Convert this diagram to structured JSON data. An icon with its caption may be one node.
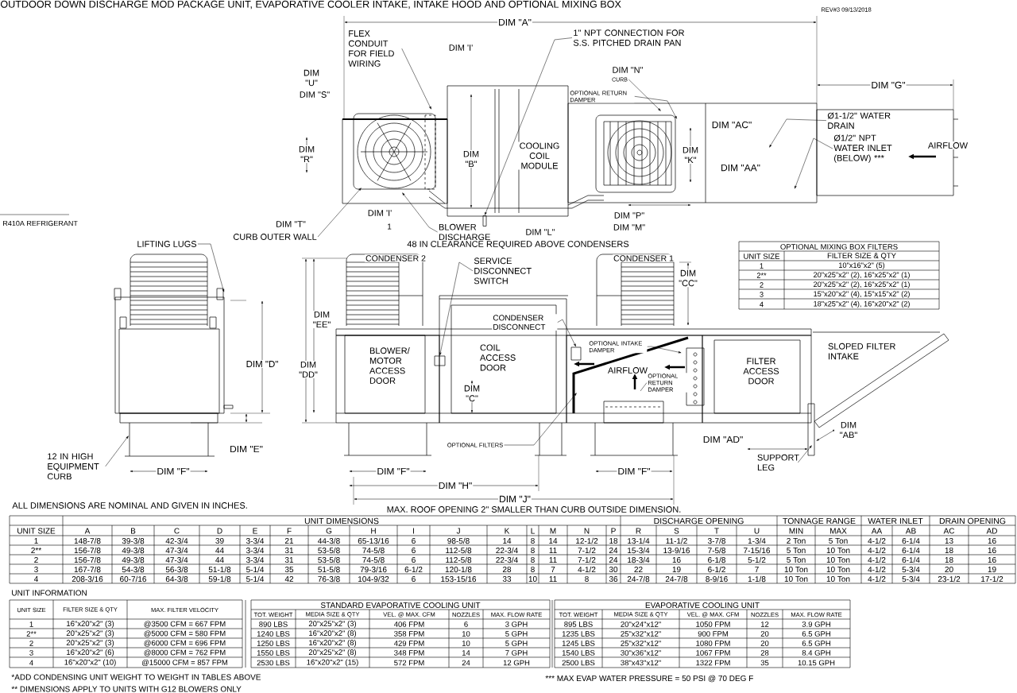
{
  "diagram": {
    "title": "OUTDOOR DOWN DISCHARGE MOD PACKAGE UNIT, EVAPORATIVE COOLER INTAKE, INTAKE HOOD AND OPTIONAL MIXING BOX",
    "nodes": [
      {
        "text": [
          "FLEX CONDUIT FOR FIELD WIRING"
        ]
      },
      {
        "text": [
          "1\" NPT CONNECTION FOR S.S. PITCHED DRAIN PAN"
        ]
      },
      {
        "text": [
          "CURB"
        ]
      },
      {
        "text": [
          "OPTIONAL RETURN DAMPER"
        ]
      },
      {
        "text": [
          "Ø1-1/2\" WATER DRAIN"
        ]
      },
      {
        "text": [
          "Ø1/2\" NPT WATER INLET (BELOW) ***"
        ]
      },
      {
        "text": [
          "CURB OUTER WALL"
        ]
      },
      {
        "text": [
          "BLOWER DISCHARGE"
        ]
      },
      {
        "text": [
          "LIFTING LUGS"
        ]
      },
      {
        "text": [
          "SERVICE DISCONNECT SWITCH"
        ]
      },
      {
        "text": [
          "CONDENSER DISCONNECT"
        ]
      },
      {
        "text": [
          "OPTIONAL INTAKE DAMPER"
        ]
      },
      {
        "text": [
          "OPTIONAL RETURN DAMPER"
        ]
      },
      {
        "text": [
          "OPTIONAL FILTERS"
        ]
      },
      {
        "text": [
          "12 IN HIGH EQUIPMENT CURB"
        ]
      },
      {
        "text": [
          "SUPPORT LEG"
        ]
      },
      {
        "text": [],
        "shape": "box"
      },
      {
        "text": [],
        "shape": "box"
      },
      {
        "text": [],
        "shape": "box"
      }
    ],
    "edges": [
      {
        "from": 0,
        "to": null,
        "arrow": "to"
      },
      {
        "from": 1,
        "to": 16,
        "arrow": "to"
      },
      {
        "from": 2,
        "to": null,
        "arrow": "to"
      },
      {
        "from": 3,
        "to": null,
        "arrow": "to"
      },
      {
        "from": 4,
        "to": null,
        "arrow": "to"
      },
      {
        "from": 5,
        "to": null,
        "arrow": "to"
      },
      {
        "from": 6,
        "to": null,
        "arrow": "to"
      },
      {
        "from": 7,
        "to": null,
        "arrow": "to"
      },
      {
        "from": 8,
        "to": null,
        "arrow": "to"
      },
      {
        "from": 9,
        "to": 17,
        "arrow": "to"
      },
      {
        "from": 10,
        "to": 18,
        "arrow": "to"
      },
      {
        "from": 11,
        "to": null,
        "arrow": "to"
      },
      {
        "from": 12,
        "to": null,
        "arrow": "none"
      },
      {
        "from": 13,
        "to": null,
        "arrow": "to"
      },
      {
        "from": 14,
        "to": null,
        "arrow": "to"
      },
      {
        "from": 15,
        "to": null,
        "arrow": "to"
      }
    ],
    "labels": [
      "REV#3 09/13/2018",
      "DIM \"A\"",
      "DIM 'I'",
      "DIM \"U\"",
      "DIM \"S\"",
      "DIM \"N\"",
      "DIM \"G\"",
      "DIM \"AC\"",
      "DIM \"R\"",
      "DIM \"B\"",
      "COOLING COIL MODULE",
      "DIM \"K\"",
      "DIM \"AA\"",
      "AIRFLOW",
      "DIM 'I'",
      "DIM \"P\"",
      "DIM \"T\"",
      "1",
      "DIM \"L\"",
      "DIM \"M\"",
      "R410A REFRIGERANT",
      "48 IN CLEARANCE REQUIRED ABOVE CONDENSERS",
      "CONDENSER 2",
      "CONDENSER 1",
      "DIM \"CC\"",
      "DIM \"EE\"",
      "BLOWER/ MOTOR ACCESS DOOR",
      "COIL ACCESS DOOR",
      "DIM \"D\"",
      "DIM \"DD\"",
      "AIRFLOW",
      "FILTER ACCESS DOOR",
      "SLOPED FILTER INTAKE",
      "DIM \"C\"",
      "DIM \"AB\"",
      "DIM \"AD\"",
      "DIM \"E\"",
      "DIM \"F\"",
      "DIM \"F\"",
      "DIM \"F\"",
      "DIM \"H\"",
      "DIM \"J\"",
      "ALL DIMENSIONS ARE NOMINAL AND GIVEN IN INCHES.",
      "MAX. ROOF OPENING 2\" SMALLER THAN CURB OUTSIDE DIMENSION.",
      "OPTIONAL MIXING BOX FILTERS",
      "UNIT SIZE",
      "FILTER SIZE & QTY",
      "1",
      "10\"x16\"x2\" (5)",
      "2**",
      "20\"x25\"x2\" (2), 16\"x25\"x2\" (1)",
      "2",
      "20\"x25\"x2\" (2), 16\"x25\"x2\" (1)",
      "3",
      "15\"x20\"x2\" (4), 15\"x15\"x2\" (2)",
      "4",
      "18\"x25\"x2\" (4), 16\"x20\"x2\" (2)",
      "UNIT DIMENSIONS",
      "DISCHARGE OPENING",
      "TONNAGE RANGE",
      "WATER INLET",
      "DRAIN OPENING",
      "UNIT SIZE",
      "A",
      "B",
      "C",
      "D",
      "E",
      "F",
      "G",
      "H",
      "I",
      "J",
      "K",
      "L",
      "M",
      "N",
      "P",
      "R",
      "S",
      "T",
      "U",
      "MIN",
      "MAX",
      "AA",
      "AB",
      "AC",
      "AD",
      "1",
      "148-7/8",
      "39-3/8",
      "42-3/4",
      "39",
      "3-3/4",
      "21",
      "44-3/8",
      "65-13/16",
      "6",
      "98-5/8",
      "14",
      "8",
      "14",
      "12-1/2",
      "18",
      "13-1/4",
      "11-1/2",
      "3-7/8",
      "1-3/4",
      "2 Ton",
      "5 Ton",
      "4-1/2",
      "6-1/4",
      "13",
      "16",
      "2**",
      "156-7/8",
      "49-3/8",
      "47-3/4",
      "44",
      "3-3/4",
      "31",
      "53-5/8",
      "74-5/8",
      "6",
      "112-5/8",
      "22-3/4",
      "8",
      "11",
      "7-1/2",
      "24",
      "15-3/4",
      "13-9/16",
      "7-5/8",
      "7-15/16",
      "5 Ton",
      "10 Ton",
      "4-1/2",
      "6-1/4",
      "18",
      "16",
      "2",
      "156-7/8",
      "49-3/8",
      "47-3/4",
      "44",
      "3-3/4",
      "31",
      "53-5/8",
      "74-5/8",
      "6",
      "112-5/8",
      "22-3/4",
      "8",
      "11",
      "7-1/2",
      "24",
      "18-3/4",
      "16",
      "6-1/8",
      "5-1/2",
      "5 Ton",
      "10 Ton",
      "4-1/2",
      "6-1/4",
      "18",
      "16",
      "3",
      "167-7/8",
      "54-3/8",
      "56-3/8",
      "51-1/8",
      "5-1/4",
      "35",
      "51-5/8",
      "79-3/16",
      "6-1/2",
      "120-1/8",
      "28",
      "8",
      "7",
      "4-1/2",
      "30",
      "22",
      "19",
      "6-1/2",
      "7",
      "10 Ton",
      "10 Ton",
      "4-1/2",
      "5-3/4",
      "20",
      "19",
      "4",
      "208-3/16",
      "60-7/16",
      "64-3/8",
      "59-1/8",
      "5-1/4",
      "42",
      "76-3/8",
      "104-9/32",
      "6",
      "153-15/16",
      "33",
      "10",
      "11",
      "8",
      "36",
      "24-7/8",
      "24-7/8",
      "8-9/16",
      "1-1/8",
      "10 Ton",
      "10 Ton",
      "4-1/2",
      "5-3/4",
      "23-1/2",
      "17-1/2",
      "UNIT INFORMATION",
      "UNIT SIZE",
      "FILTER SIZE & QTY",
      "MAX. FILTER VELOCITY",
      "STANDARD EVAPORATIVE COOLING UNIT",
      "TOT. WEIGHT",
      "MEDIA SIZE & QTY",
      "VEL. @ MAX. CFM",
      "NOZZLES",
      "MAX. FLOW RATE",
      "EVAPORATIVE COOLING UNIT",
      "TOT. WEIGHT",
      "MEDIA SIZE & QTY",
      "VEL. @ MAX. CFM",
      "NOZZLES",
      "MAX. FLOW RATE",
      "1",
      "16\"x20\"x2\" (3)",
      "@3500 CFM = 667 FPM",
      "890 LBS",
      "20\"x25\"x2\" (3)",
      "406 FPM",
      "6",
      "3 GPH",
      "895 LBS",
      "20\"x24\"x12\"",
      "1050 FPM",
      "12",
      "3.9 GPH",
      "2**",
      "20\"x25\"x2\" (3)",
      "@5000 CFM = 580 FPM",
      "1240 LBS",
      "16\"x20\"x2\" (8)",
      "358 FPM",
      "10",
      "5 GPH",
      "1235 LBS",
      "25\"x32\"x12\"",
      "900 FPM",
      "20",
      "6.5 GPH",
      "2",
      "20\"x25\"x2\" (3)",
      "@6000 CFM = 696 FPM",
      "1250 LBS",
      "16\"x20\"x2\" (8)",
      "429 FPM",
      "10",
      "5 GPH",
      "1245 LBS",
      "25\"x32\"x12\"",
      "1080 FPM",
      "20",
      "6.5 GPH",
      "3",
      "16\"x20\"x2\" (6)",
      "@8000 CFM = 762 FPM",
      "1550 LBS",
      "20\"x25\"x2\" (8)",
      "348 FPM",
      "14",
      "7 GPH",
      "1540 LBS",
      "30\"x36\"x12\"",
      "1067 FPM",
      "28",
      "8.4 GPH",
      "4",
      "16\"x20\"x2\" (10)",
      "@15000 CFM = 857 FPM",
      "2530 LBS",
      "16\"x20\"x2\" (15)",
      "572 FPM",
      "24",
      "12 GPH",
      "2500 LBS",
      "38\"x43\"x12\"",
      "1322 FPM",
      "35",
      "10.15 GPH",
      "*ADD CONDENSING UNIT WEIGHT TO WEIGHT IN TABLES ABOVE",
      "** DIMENSIONS APPLY TO UNITS WITH G12 BLOWERS ONLY",
      "*** MAX EVAP WATER PRESSURE = 50 PSI @ 70 DEG F"
    ]
  }
}
